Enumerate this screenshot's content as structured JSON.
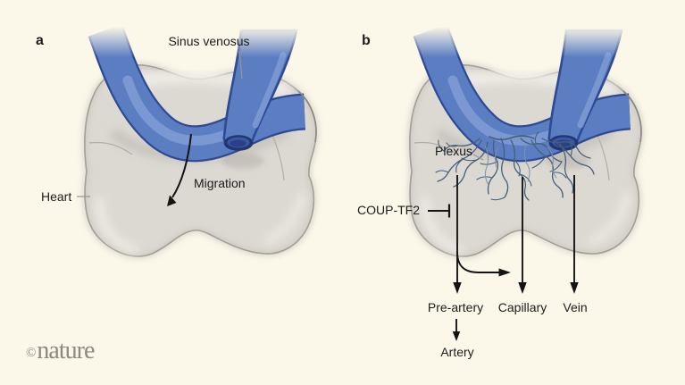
{
  "figure_type": "two-panel biological diagram",
  "panels": [
    {
      "label": "a",
      "annotations": {
        "sinus_venosus": "Sinus venosus",
        "heart": "Heart",
        "migration": "Migration"
      }
    },
    {
      "label": "b",
      "annotations": {
        "plexus": "Plexus",
        "coup_tf2": "COUP-TF2",
        "pre_artery": "Pre-artery",
        "capillary": "Capillary",
        "vein": "Vein",
        "artery": "Artery"
      }
    }
  ],
  "watermark": {
    "copyright": "©",
    "brand": "nature"
  },
  "colors": {
    "background": "#fbf7e9",
    "vessel_blue": "#5b7dc1",
    "vessel_highlight": "#7e9bd4",
    "vessel_outline": "#2e4a94",
    "vessel_mouth_rim": "#23376f",
    "heart_fill": "#dcd8d2",
    "heart_outline": "#8b8780",
    "plexus_line": "#44607b",
    "arrow_black": "#141414",
    "pointer_gray": "#9b978f",
    "watermark_gray": "#8c8a80"
  }
}
